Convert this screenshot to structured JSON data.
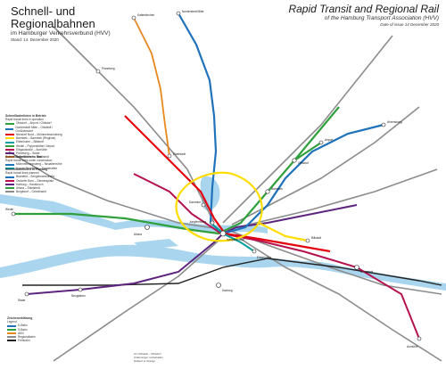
{
  "title_de": {
    "line1": "Schnell- und Regionalbahnen",
    "line2": "im Hamburger Verkehrsverbund (HVV)",
    "line3": "Stand: 14. Dezember 2020"
  },
  "title_en": {
    "line1": "Rapid Transit and Regional Rail",
    "line2": "of the Hamburg Transport Association (HVV)",
    "line3": "Date of issue 14 December 2020"
  },
  "colors": {
    "water": "#a9d6ee",
    "u1": "#1f73bb",
    "u2": "#e3000f",
    "u3": "#ffdd00",
    "u4": "#00a0a0",
    "s1": "#2fa03c",
    "s21": "#b5124e",
    "s3": "#5e2580",
    "regional": "#8c8c8c",
    "akn": "#e8881c",
    "rb": "#222222"
  },
  "legend_left_1": {
    "header": "Schnellbahnlinien in Betrieb",
    "header_en": "Rapid transit lines in operation",
    "items": [
      {
        "label": "Ohlsdorf – Airport / Ohlsdorf",
        "color": "#2fa03c"
      },
      {
        "label": "Norderstedt Mitte – Ohlstedt / Großhansdorf",
        "color": "#1f73bb"
      },
      {
        "label": "Niendorf Nord – Mümmelmannsberg",
        "color": "#e3000f"
      },
      {
        "label": "Barmbek – Barmbek (Ringlinie)",
        "color": "#ffdd00"
      },
      {
        "label": "Elbbrücken – Billstedt",
        "color": "#00a0a0"
      },
      {
        "label": "Wedel – Poppenbüttel / Airport",
        "color": "#2fa03c"
      },
      {
        "label": "Elbgaustraße – Aumühle",
        "color": "#b5124e"
      },
      {
        "label": "Pinneberg – Stade",
        "color": "#5e2580"
      },
      {
        "label": "Kaltenkirchen – Eidelstedt",
        "color": "#e8881c"
      }
    ]
  },
  "legend_left_2": {
    "header": "Schnellbahnlinien im Bau",
    "header_en": "Rapid transit lines under construction",
    "items": [
      {
        "label": "Mümmelmannsberg – Neuallermöhe",
        "color": "#1f73bb"
      },
      {
        "label": "Horner Rennbahn – Dannerallee",
        "color": "#00a0a0"
      }
    ]
  },
  "legend_left_3": {
    "header": "Schnellbahnlinien in Planung",
    "header_en": "Rapid transit lines planned",
    "items": [
      {
        "label": "Bramfeld – Sengelmannstraße",
        "color": "#1f73bb"
      },
      {
        "label": "Osdorfer Born – Siemersplatz",
        "color": "#b5124e"
      },
      {
        "label": "Harburg – Hausbruch",
        "color": "#5e2580"
      },
      {
        "label": "Altona – Eidelstedt",
        "color": "#2fa03c"
      },
      {
        "label": "Bergedorf – Geesthacht",
        "color": "#8c8c8c"
      }
    ]
  },
  "legend_bottom": {
    "header": "Zeichenerklärung",
    "header_en": "Legend",
    "items": [
      {
        "label": "U-Bahn",
        "color": "#1f73bb"
      },
      {
        "label": "S-Bahn",
        "color": "#2fa03c"
      },
      {
        "label": "AKN",
        "color": "#e8881c"
      },
      {
        "label": "Regionalbahn",
        "color": "#8c8c8c"
      },
      {
        "label": "Fernbahn",
        "color": "#222222"
      }
    ]
  },
  "footnotes": [
    "U1 Ohlstedt – Ohlsdorf",
    "Änderungen vorbehalten",
    "Subject to change"
  ],
  "stations": [
    {
      "name": "Hauptbahnhof",
      "lon": 9.7,
      "lat": 0.1
    },
    {
      "name": "Altona"
    },
    {
      "name": "Dammtor"
    },
    {
      "name": "Jungfernstieg"
    },
    {
      "name": "Barmbek"
    },
    {
      "name": "Ohlsdorf"
    },
    {
      "name": "Harburg"
    },
    {
      "name": "Bergedorf"
    },
    {
      "name": "Wedel"
    },
    {
      "name": "Pinneberg"
    },
    {
      "name": "Norderstedt Mitte"
    },
    {
      "name": "Ahrensburg"
    },
    {
      "name": "Stade"
    },
    {
      "name": "Neugraben"
    },
    {
      "name": "Eidelstedt"
    },
    {
      "name": "Billstedt"
    },
    {
      "name": "Elbbrücken"
    },
    {
      "name": "Kaltenkirchen"
    },
    {
      "name": "Airport"
    },
    {
      "name": "Aumühle"
    }
  ]
}
